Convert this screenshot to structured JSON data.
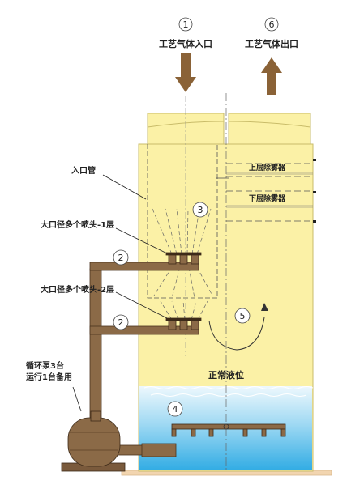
{
  "markers": {
    "m1": "1",
    "m6": "6",
    "m3": "3",
    "m2a": "2",
    "m2b": "2",
    "m5": "5",
    "m4": "4"
  },
  "labels": {
    "gas_inlet": "工艺气体入口",
    "gas_outlet": "工艺气体出口",
    "inlet_pipe": "入口管",
    "upper_demister": "上层除雾器",
    "lower_demister": "下层除雾器",
    "nozzle_layer1": "大口径多个喷头-1层",
    "nozzle_layer2": "大口径多个喷头-2层",
    "pump_line1": "循环泵3台",
    "pump_line2": "运行1台备用",
    "normal_level": "正常液位"
  },
  "colors": {
    "tower_fill": "#fbf1a6",
    "tower_stroke": "#c9bc6a",
    "pipe_brown": "#8b6a47",
    "pipe_dark": "#3d2a18",
    "arrow_brown": "#8a6237",
    "water_top": "#dff2fb",
    "water_bottom": "#3fb6e8",
    "base_plate": "#f2d5b0",
    "text": "#222222"
  }
}
